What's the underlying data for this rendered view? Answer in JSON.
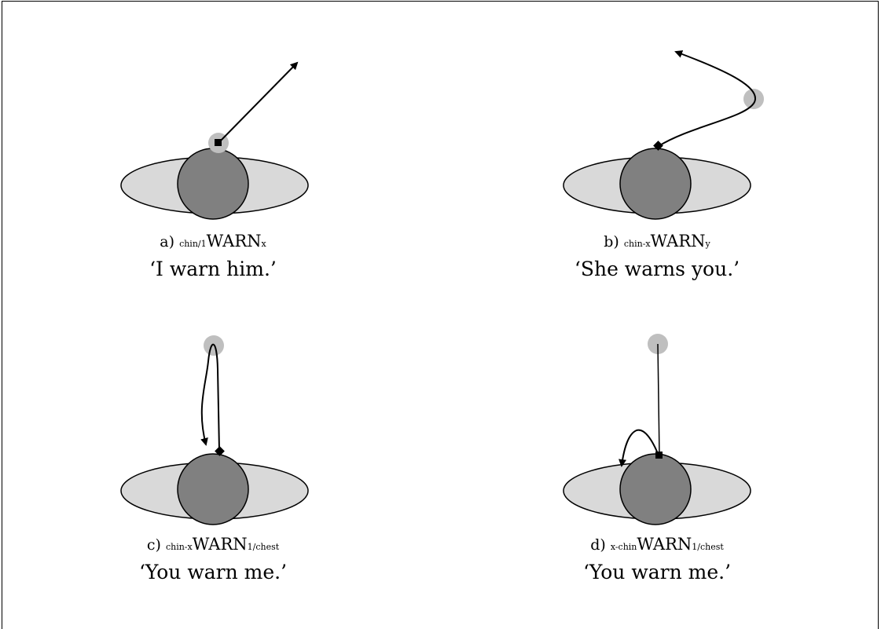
{
  "colors": {
    "ellipse_fill": "#d9d9d9",
    "head_fill": "#808080",
    "location_dot": "#bfbfbf",
    "stroke": "#000000"
  },
  "panels": [
    {
      "label": "a)",
      "prefix": "chin/1",
      "verb": "WARN",
      "suffix": "x",
      "gloss": "‘I warn him.’"
    },
    {
      "label": "b)",
      "prefix": "chin-x",
      "verb": "WARN",
      "suffix": "y",
      "gloss": "‘She warns you.’"
    },
    {
      "label": "c)",
      "prefix": "chin-x",
      "verb": "WARN",
      "suffix": "1/chest",
      "gloss": "‘You warn me.’"
    },
    {
      "label": "d)",
      "prefix": "x-chin",
      "verb": "WARN",
      "suffix": "1/chest",
      "gloss": "‘You warn me.’"
    }
  ]
}
